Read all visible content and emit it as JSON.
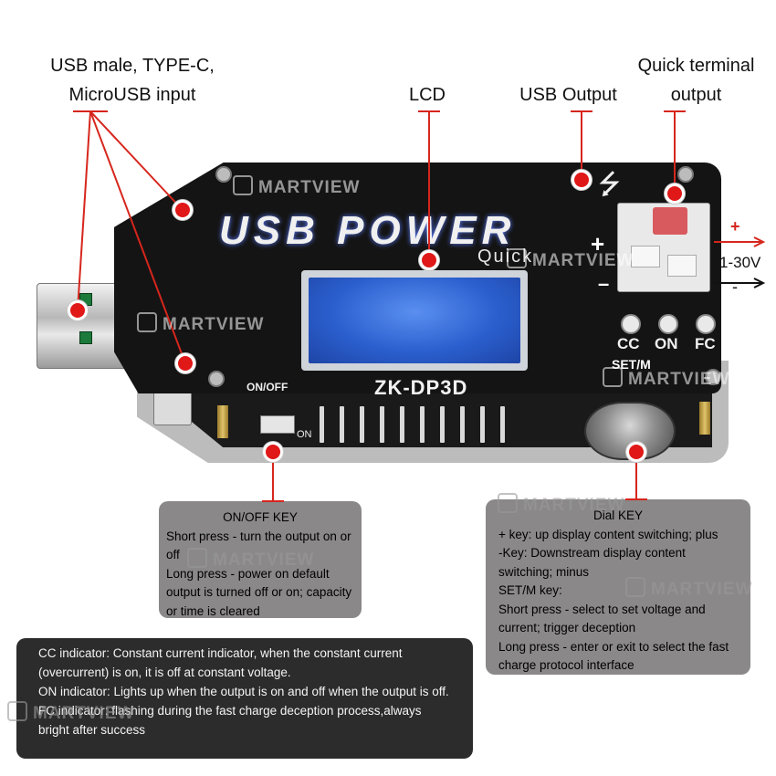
{
  "callouts": {
    "usb_input": [
      "USB male, TYPE-C,",
      "MicroUSB input"
    ],
    "lcd": "LCD",
    "usb_output": "USB Output",
    "quick_terminal": [
      "Quick terminal",
      "output"
    ]
  },
  "device": {
    "logo": "USB POWER",
    "quick": "Quick",
    "model": "ZK-DP3D",
    "onoff": "ON/OFF",
    "on": "ON",
    "indicators": [
      "CC",
      "ON",
      "FC"
    ],
    "setm": "SET/M",
    "plus": "+",
    "minus": "–"
  },
  "output_annotation": {
    "plus": "+",
    "voltage": "1-30V",
    "minus": "-"
  },
  "onoff_key": {
    "title": "ON/OFF KEY",
    "lines": [
      "Short press - turn the output on or off",
      "Long press - power on default output is turned off or on; capacity or time is cleared"
    ]
  },
  "dial_key": {
    "title": "Dial KEY",
    "lines": [
      "+ key: up display content switching; plus",
      "-Key: Downstream display content switching; minus",
      "SET/M key:",
      "Short press - select to set voltage and current; trigger deception",
      "Long press - enter or exit to select the fast charge protocol interface"
    ]
  },
  "indicator_notes": [
    "CC indicator: Constant current indicator, when the constant current (overcurrent) is on, it is off at constant voltage.",
    "ON indicator: Lights up when the output is on and off when the output is off.",
    "FC indicator: flashing during the fast charge deception process,always bright after success"
  ],
  "watermark": "MARTVIEW",
  "colors": {
    "pointer": "#e01818",
    "leader": "#d6261d",
    "box_gray": "#8a8889",
    "box_dark": "#2c2c2c",
    "lcd_blue": "#2b5fce"
  }
}
